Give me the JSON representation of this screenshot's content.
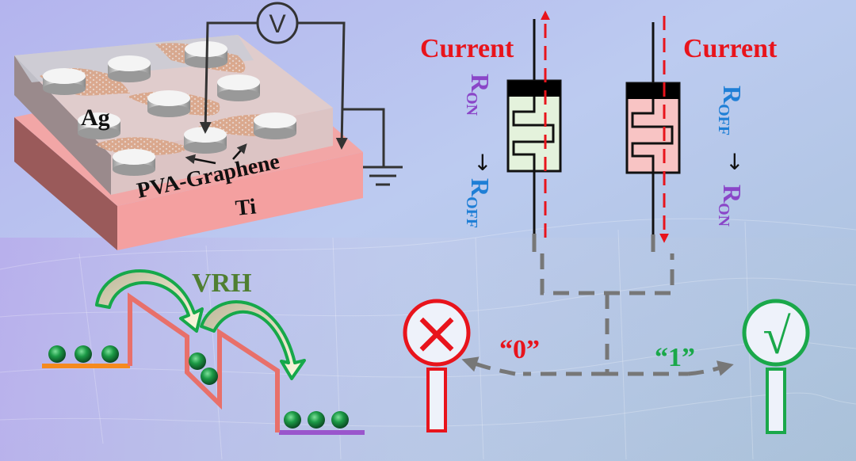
{
  "colors": {
    "bg_left": "#b9b6ec",
    "bg_right": "#a9c2dc",
    "current_red": "#e8141c",
    "ron_purple": "#8a46c8",
    "roff_blue": "#1f7fd6",
    "vrh_green": "#4f7f32",
    "arrow_green": "#16a84a",
    "energy_line": "#e8706a",
    "level_left": "#f58a1f",
    "level_right": "#9a56cc",
    "electron_green": "#148a3a",
    "zero_red": "#e8141c",
    "one_green": "#1aa84a",
    "dash_gray": "#777777",
    "mem_on_fill": "#e4f2dc",
    "mem_off_fill": "#f8c4c4",
    "ti_pink": "#f4a0a0",
    "pva_top": "#dcc8c8"
  },
  "device": {
    "electrode_label": "Ag",
    "layer_label": "PVA-Graphene",
    "substrate_label": "Ti",
    "voltmeter_symbol": "V",
    "ground_icon": "ground"
  },
  "memristor_left": {
    "current_label": "Current",
    "transition": {
      "from_main": "R",
      "from_sub": "ON",
      "arrow": "→",
      "to_main": "R",
      "to_sub": "OFF"
    },
    "current_direction": "up"
  },
  "memristor_right": {
    "current_label": "Current",
    "transition": {
      "from_main": "R",
      "from_sub": "OFF",
      "arrow": "→",
      "to_main": "R",
      "to_sub": "ON"
    },
    "current_direction": "down"
  },
  "vrh": {
    "label": "VRH",
    "left_electrons": 3,
    "middle_electrons": 2,
    "right_electrons": 3
  },
  "logic": {
    "zero_label": "“0”",
    "one_label": "“1”",
    "zero_icon": "×",
    "one_icon": "√"
  }
}
